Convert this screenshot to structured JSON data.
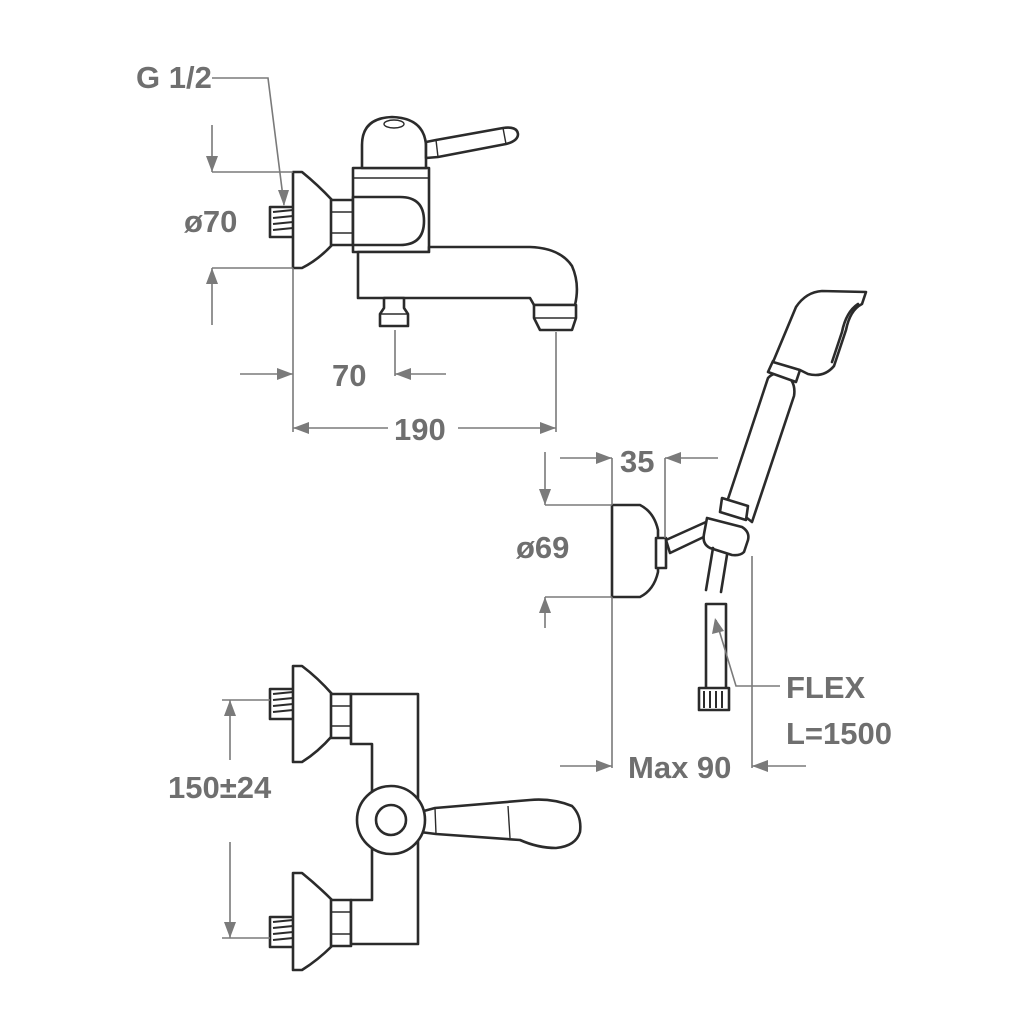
{
  "labels": {
    "thread": "G 1/2",
    "diameter_mixer": "ø70",
    "width_70": "70",
    "width_190": "190",
    "depth_35": "35",
    "diameter_holder": "ø69",
    "flex": "FLEX",
    "flex_length": "L=1500",
    "max_90": "Max 90",
    "center_distance": "150±24"
  },
  "colors": {
    "line": "#2b2b2b",
    "dimension": "#7a7a7a",
    "label": "#6f6f6f"
  }
}
